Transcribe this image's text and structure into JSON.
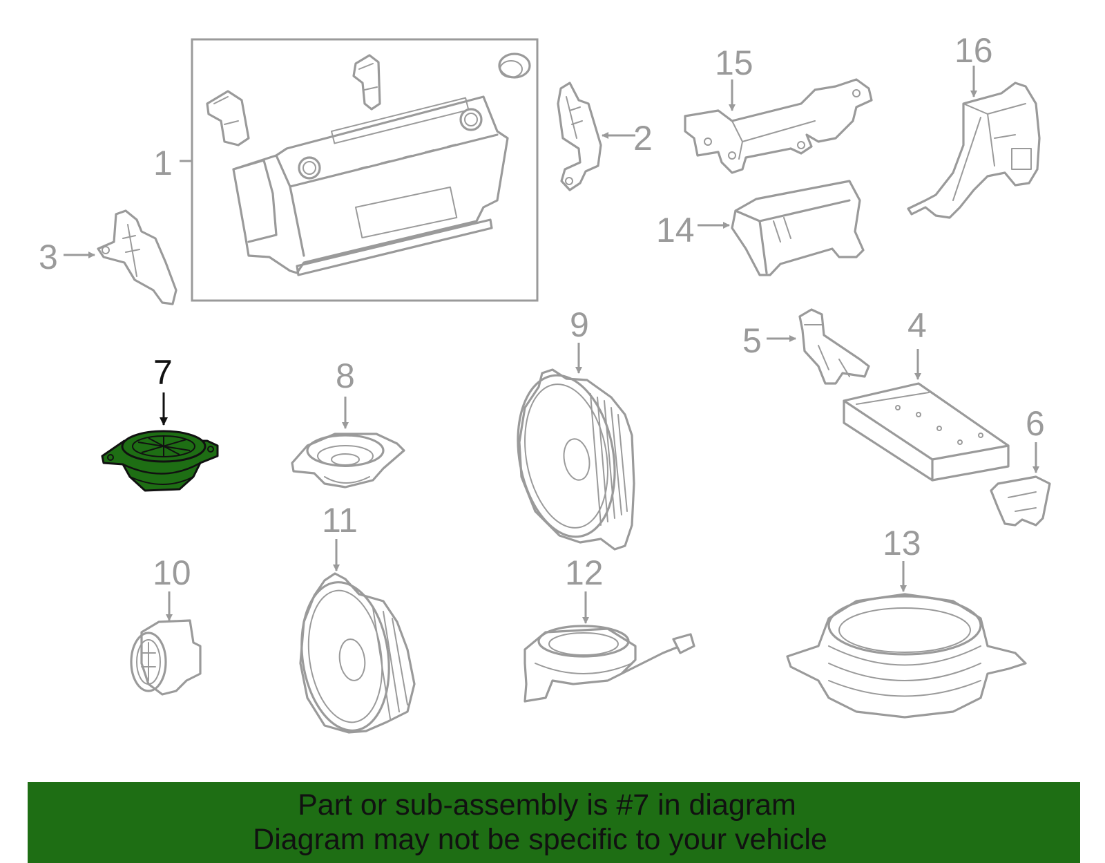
{
  "diagram": {
    "callouts": [
      "1",
      "2",
      "3",
      "4",
      "5",
      "6",
      "7",
      "8",
      "9",
      "10",
      "11",
      "12",
      "13",
      "14",
      "15",
      "16"
    ],
    "highlighted_callout": "7",
    "colors": {
      "highlight": "#1e6e14",
      "part_lines": "#9a9a9a",
      "label_gray": "#9a9a9a",
      "label_highlight": "#111111"
    }
  },
  "banner": {
    "line1": "Part or sub-assembly is #7 in diagram",
    "line2": "Diagram may not be specific to your vehicle",
    "background": "#1e6e14"
  }
}
